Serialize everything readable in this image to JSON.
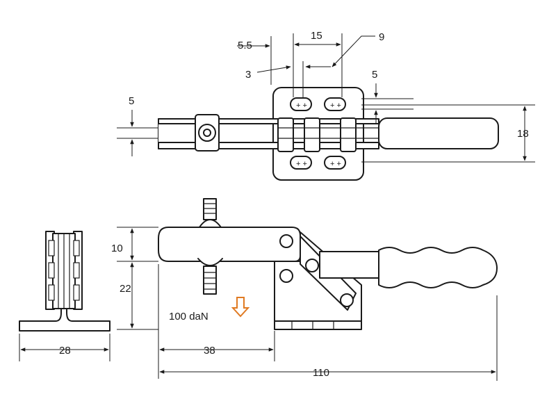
{
  "dimensions": {
    "slot_offset": "5.5",
    "slot_spacing": "15",
    "slot_length": "9",
    "slot_width": "3",
    "arm_gap": "5",
    "base_offset": "5",
    "overall_width": "18",
    "spindle_height": "10",
    "base_height": "22",
    "foot_width": "28",
    "reach": "38",
    "total_length": "110"
  },
  "force": {
    "label": "100 daN",
    "arrow_color": "#e07a22"
  }
}
